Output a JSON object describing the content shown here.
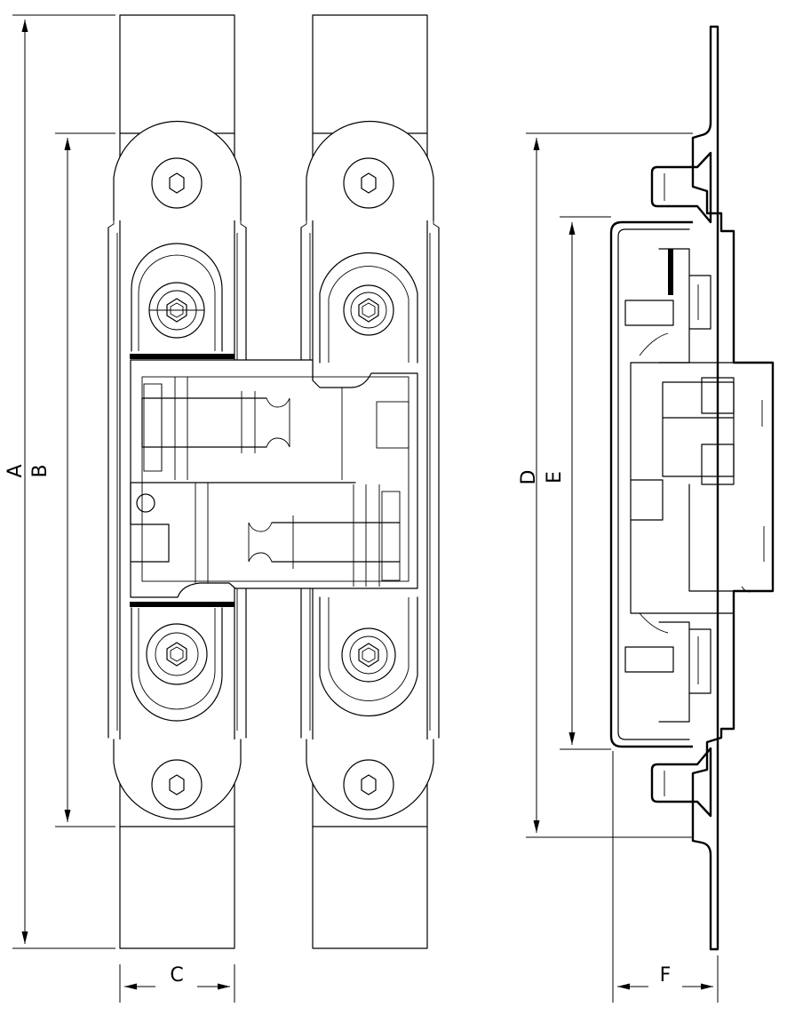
{
  "diagram": {
    "dimension_labels": {
      "A": "A",
      "B": "B",
      "C": "C",
      "D": "D",
      "E": "E",
      "F": "F"
    }
  }
}
